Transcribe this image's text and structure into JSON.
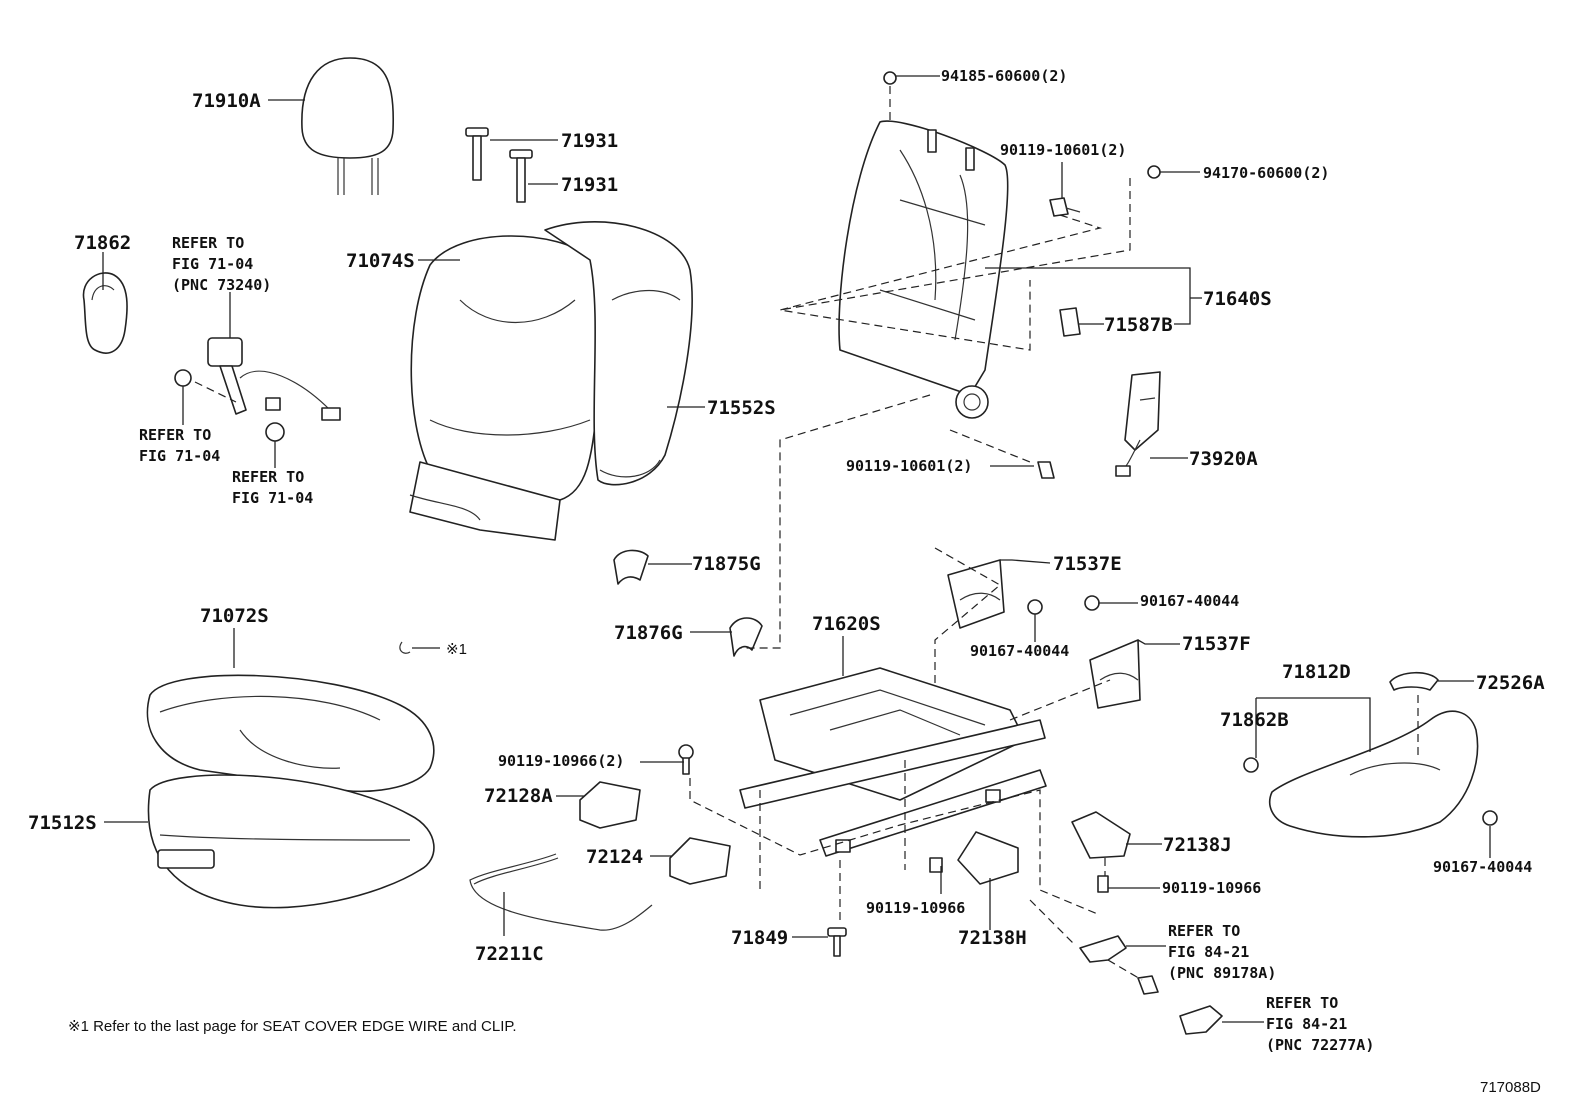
{
  "labels": {
    "p71910A": "71910A",
    "p71931a": "71931",
    "p71931b": "71931",
    "p71862": "71862",
    "refer1": [
      "REFER TO",
      "FIG 71-04",
      "(PNC 73240)"
    ],
    "refer2": [
      "REFER TO",
      "FIG 71-04"
    ],
    "refer3": [
      "REFER TO",
      "FIG 71-04"
    ],
    "p71074S": "71074S",
    "p71552S": "71552S",
    "p94185": "94185-60600(2)",
    "p90119_10601a": "90119-10601(2)",
    "p94170": "94170-60600(2)",
    "p71640S": "71640S",
    "p71587B": "71587B",
    "p90119_10601b": "90119-10601(2)",
    "p73920A": "73920A",
    "p71875G": "71875G",
    "p71876G": "71876G",
    "p71537E": "71537E",
    "p90167_40044a": "90167-40044",
    "p90167_40044b": "90167-40044",
    "p71537F": "71537F",
    "p71620S": "71620S",
    "p71072S": "71072S",
    "p71512S": "71512S",
    "clip_ref": "※1",
    "p90119_10966a": "90119-10966(2)",
    "p72128A": "72128A",
    "p72124": "72124",
    "p72211C": "72211C",
    "p71849": "71849",
    "p90119_10966b": "90119-10966",
    "p72138H": "72138H",
    "p72138J": "72138J",
    "p90119_10966c": "90119-10966",
    "refer4": [
      "REFER TO",
      "FIG 84-21",
      "(PNC 89178A)"
    ],
    "refer5": [
      "REFER TO",
      "FIG 84-21",
      "(PNC 72277A)"
    ],
    "p71812D": "71812D",
    "p72526A": "72526A",
    "p71862B": "71862B",
    "p90167_40044c": "90167-40044"
  },
  "footnote": "※1 Refer to the last page for SEAT COVER EDGE WIRE and CLIP.",
  "figure_id": "717088D"
}
